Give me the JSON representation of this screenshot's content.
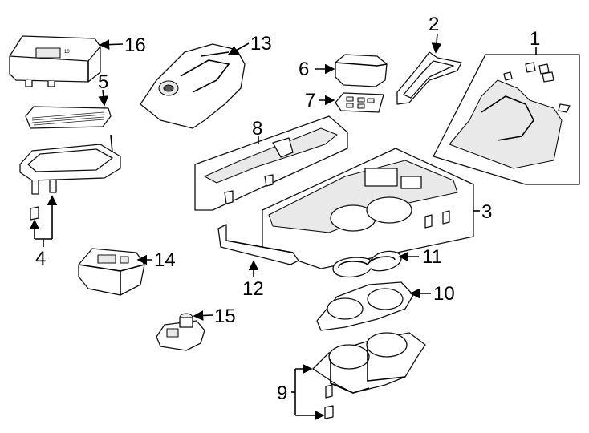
{
  "diagram": {
    "callouts": [
      "1",
      "2",
      "3",
      "4",
      "5",
      "6",
      "7",
      "8",
      "9",
      "10",
      "11",
      "12",
      "13",
      "14",
      "15",
      "16"
    ],
    "module_16_text": "10"
  },
  "colors": {
    "ink": "#000000",
    "background": "#ffffff"
  }
}
